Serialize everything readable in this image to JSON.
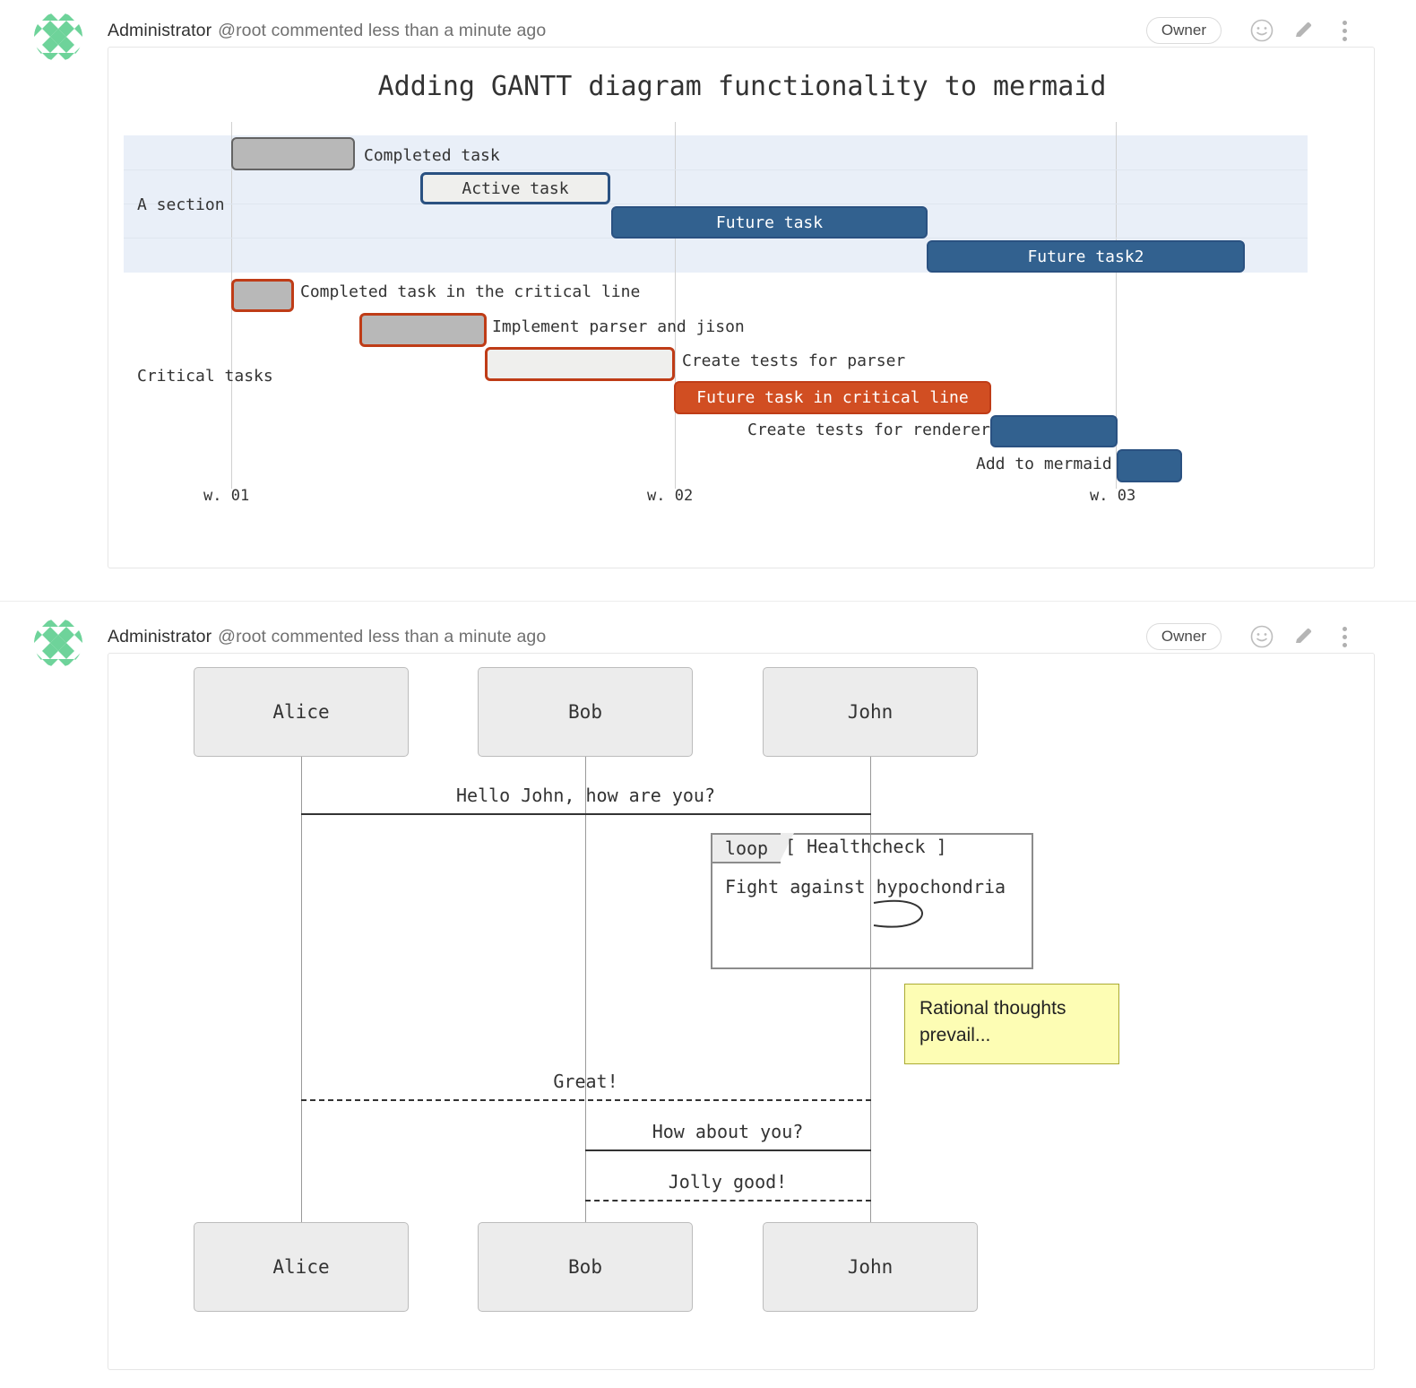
{
  "comments": [
    {
      "author": "Administrator",
      "meta": "@root commented less than a minute ago",
      "badge": "Owner",
      "icons": [
        "smiley-icon",
        "pencil-icon",
        "kebab-menu-icon"
      ]
    },
    {
      "author": "Administrator",
      "meta": "@root commented less than a minute ago",
      "badge": "Owner",
      "icons": [
        "smiley-icon",
        "pencil-icon",
        "kebab-menu-icon"
      ]
    }
  ],
  "chart_data": [
    {
      "type": "gantt",
      "title": "Adding GANTT diagram functionality to mermaid",
      "axis_ticks": [
        "w. 01",
        "w. 02",
        "w. 03"
      ],
      "section_colors": {
        "band": "#e9eff8",
        "done": "#b8b8b8",
        "done_border": "#636363",
        "active_border": "#2a5181",
        "future": "#32618f",
        "crit_border": "#bf3c17",
        "crit_future": "#d14e22"
      },
      "sections": [
        {
          "name": "A section",
          "tasks": [
            {
              "label": "Completed task",
              "type": "done",
              "label_inside": false
            },
            {
              "label": "Active task",
              "type": "active",
              "label_inside": true
            },
            {
              "label": "Future task",
              "type": "future",
              "label_inside": true
            },
            {
              "label": "Future task2",
              "type": "future",
              "label_inside": true
            }
          ]
        },
        {
          "name": "Critical tasks",
          "tasks": [
            {
              "label": "Completed task in the critical line",
              "type": "crit-done",
              "label_inside": false
            },
            {
              "label": "Implement parser and jison",
              "type": "crit-done",
              "label_inside": false
            },
            {
              "label": "Create tests for parser",
              "type": "crit-active",
              "label_inside": false
            },
            {
              "label": "Future task in critical line",
              "type": "crit-future",
              "label_inside": true
            },
            {
              "label": "Create tests for renderer",
              "type": "future",
              "label_inside": false
            },
            {
              "label": "Add to mermaid",
              "type": "future",
              "label_inside": false
            }
          ]
        }
      ]
    },
    {
      "type": "sequence",
      "participants": [
        "Alice",
        "Bob",
        "John"
      ],
      "messages": [
        {
          "text": "Hello John, how are you?",
          "from": "Alice",
          "to": "John",
          "style": "solid"
        },
        {
          "text": "Great!",
          "from": "John",
          "to": "Alice",
          "style": "dashed"
        },
        {
          "text": "How about you?",
          "from": "Bob",
          "to": "John",
          "style": "solid"
        },
        {
          "text": "Jolly good!",
          "from": "John",
          "to": "Bob",
          "style": "dashed"
        }
      ],
      "loop": {
        "keyword": "loop",
        "condition": "[ Healthcheck ]",
        "body": "Fight against hypochondria"
      },
      "note": {
        "text": "Rational thoughts prevail...",
        "background": "#fdfdb4",
        "border": "#aaaa33"
      }
    }
  ]
}
